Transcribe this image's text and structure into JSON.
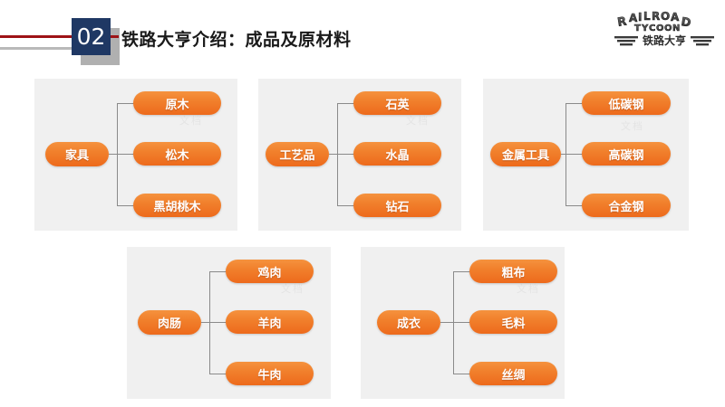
{
  "header": {
    "number": "02",
    "title": "铁路大亨介绍：成品及原材料",
    "accent_red": "#9e1316",
    "accent_navy": "#1f3864",
    "accent_gray": "#b0b0b0"
  },
  "logo": {
    "line1": "RAILROAD",
    "line2": "TYCOON",
    "line3": "铁路大亨"
  },
  "theme": {
    "card_bg": "#f0f0f0",
    "pill_top": "#f5923e",
    "pill_bottom": "#ed6a1c",
    "connector": "#8a8a8a",
    "watermark": "文档"
  },
  "cards": [
    {
      "id": "furniture",
      "parent": "家具",
      "children": [
        "原木",
        "松木",
        "黑胡桃木"
      ]
    },
    {
      "id": "handicraft",
      "parent": "工艺品",
      "children": [
        "石英",
        "水晶",
        "钻石"
      ]
    },
    {
      "id": "metal-tools",
      "parent": "金属工具",
      "children": [
        "低碳钢",
        "高碳钢",
        "合金钢"
      ]
    },
    {
      "id": "sausage",
      "parent": "肉肠",
      "children": [
        "鸡肉",
        "羊肉",
        "牛肉"
      ]
    },
    {
      "id": "clothing",
      "parent": "成衣",
      "children": [
        "粗布",
        "毛料",
        "丝绸"
      ]
    }
  ]
}
